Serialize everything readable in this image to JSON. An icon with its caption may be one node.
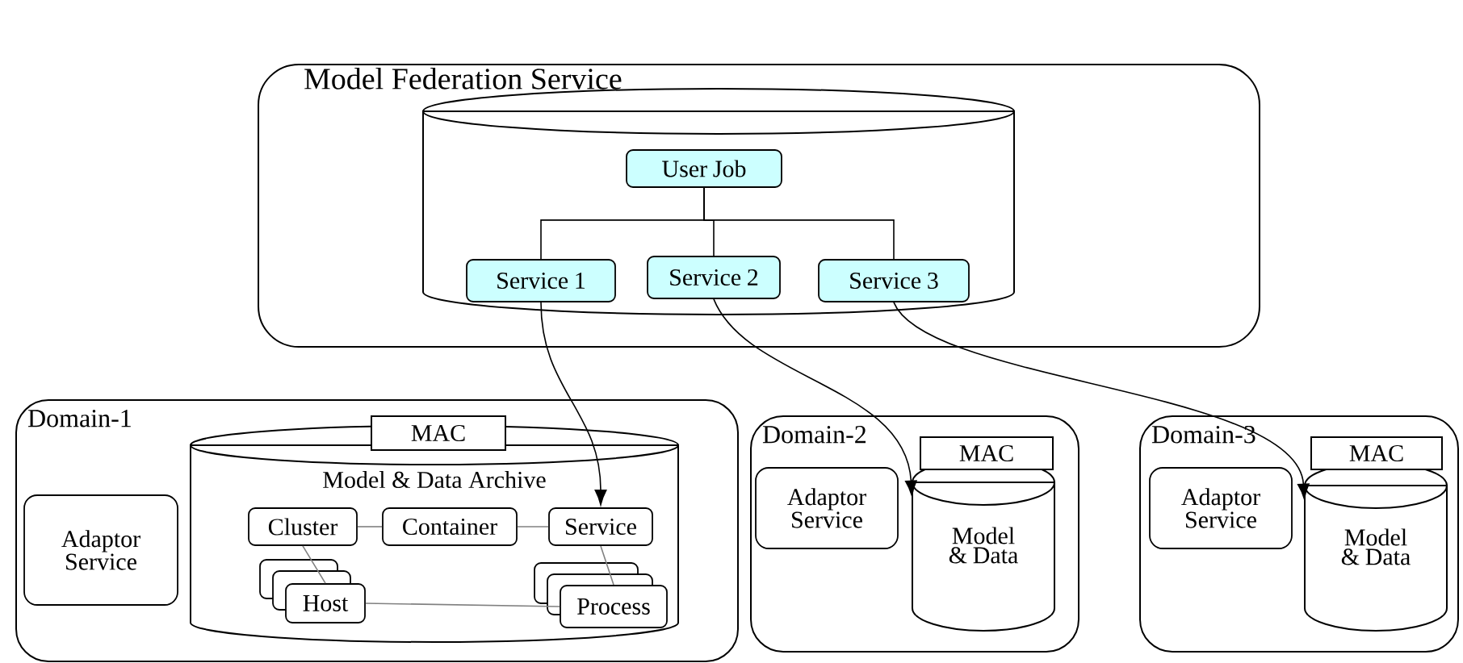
{
  "diagram": {
    "nodes": [
      {
        "text": [
          "Model Federation Service"
        ]
      },
      {
        "text": [],
        "shape": "cylinder",
        "in": 0
      },
      {
        "text": [
          "User Job"
        ],
        "in": 1
      },
      {
        "text": [
          "Service 1"
        ],
        "in": 1
      },
      {
        "text": [
          "Service 2"
        ],
        "in": 1
      },
      {
        "text": [
          "Service 3"
        ],
        "in": 1
      },
      {
        "text": [
          "Domain-1"
        ]
      },
      {
        "text": [
          "Adaptor Service"
        ],
        "in": 6
      },
      {
        "text": [
          "Model & Data Archive"
        ],
        "in": 6
      },
      {
        "text": [
          "MAC"
        ],
        "in": 6
      },
      {
        "text": [
          "Cluster"
        ],
        "in": 8
      },
      {
        "text": [
          "Container"
        ],
        "in": 8
      },
      {
        "text": [
          "Service"
        ],
        "in": 8
      },
      {
        "text": [
          "Host"
        ],
        "in": 8
      },
      {
        "text": [
          "Process"
        ],
        "in": 8
      },
      {
        "text": [
          "Domain-2"
        ]
      },
      {
        "text": [
          "Adaptor Service"
        ],
        "in": 15
      },
      {
        "text": [
          "Model & Data"
        ],
        "in": 15
      },
      {
        "text": [
          "MAC"
        ],
        "in": 15
      },
      {
        "text": [
          "Domain-3"
        ]
      },
      {
        "text": [
          "Adaptor Service"
        ],
        "in": 19
      },
      {
        "text": [
          "Model & Data"
        ],
        "in": 19
      },
      {
        "text": [
          "MAC"
        ],
        "in": 19
      }
    ],
    "edges": [
      {
        "from": 2,
        "to": 3,
        "arrow": "none"
      },
      {
        "from": 2,
        "to": 4,
        "arrow": "none"
      },
      {
        "from": 2,
        "to": 5,
        "arrow": "none"
      },
      {
        "from": 3,
        "to": 12,
        "arrow": "to"
      },
      {
        "from": 4,
        "to": 17,
        "arrow": "to"
      },
      {
        "from": 5,
        "to": 21,
        "arrow": "to"
      },
      {
        "from": 10,
        "to": 11,
        "arrow": "none",
        "color": "#808080"
      },
      {
        "from": 11,
        "to": 12,
        "arrow": "none",
        "color": "#808080"
      },
      {
        "from": 10,
        "to": 13,
        "arrow": "none",
        "color": "#808080"
      },
      {
        "from": 12,
        "to": 14,
        "arrow": "none",
        "color": "#808080"
      },
      {
        "from": 13,
        "to": 14,
        "arrow": "none",
        "color": "#808080"
      }
    ]
  }
}
